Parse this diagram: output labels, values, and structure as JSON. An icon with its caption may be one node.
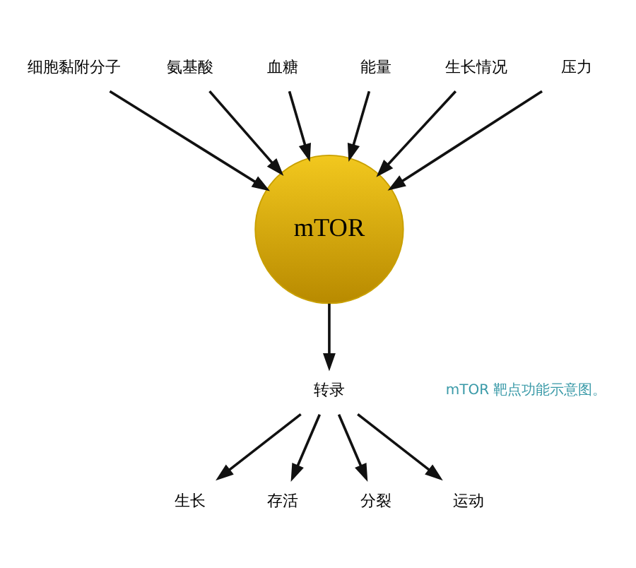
{
  "diagram": {
    "nodes": [
      {
        "text": [
          "细胞黏附分子"
        ]
      },
      {
        "text": [
          "氨基酸"
        ]
      },
      {
        "text": [
          "血糖"
        ]
      },
      {
        "text": [
          "能量"
        ]
      },
      {
        "text": [
          "生长情况"
        ]
      },
      {
        "text": [
          "压力"
        ]
      },
      {
        "text": [
          "mTOR"
        ]
      },
      {
        "text": [
          "转录"
        ]
      },
      {
        "text": [
          "生长"
        ]
      },
      {
        "text": [
          "存活"
        ]
      },
      {
        "text": [
          "分裂"
        ]
      },
      {
        "text": [
          "运动"
        ]
      }
    ],
    "edges": [
      {
        "from": 0,
        "to": 6,
        "arrow": "to"
      },
      {
        "from": 1,
        "to": 6,
        "arrow": "to"
      },
      {
        "from": 2,
        "to": 6,
        "arrow": "to"
      },
      {
        "from": 3,
        "to": 6,
        "arrow": "to"
      },
      {
        "from": 4,
        "to": 6,
        "arrow": "to"
      },
      {
        "from": 5,
        "to": 6,
        "arrow": "to"
      },
      {
        "from": 6,
        "to": 7,
        "arrow": "to"
      },
      {
        "from": 7,
        "to": 8,
        "arrow": "to"
      },
      {
        "from": 7,
        "to": 9,
        "arrow": "to"
      },
      {
        "from": 7,
        "to": 10,
        "arrow": "to"
      },
      {
        "from": 7,
        "to": 11,
        "arrow": "to"
      }
    ],
    "labels": [
      "mTOR 靶点功能示意图。"
    ]
  }
}
